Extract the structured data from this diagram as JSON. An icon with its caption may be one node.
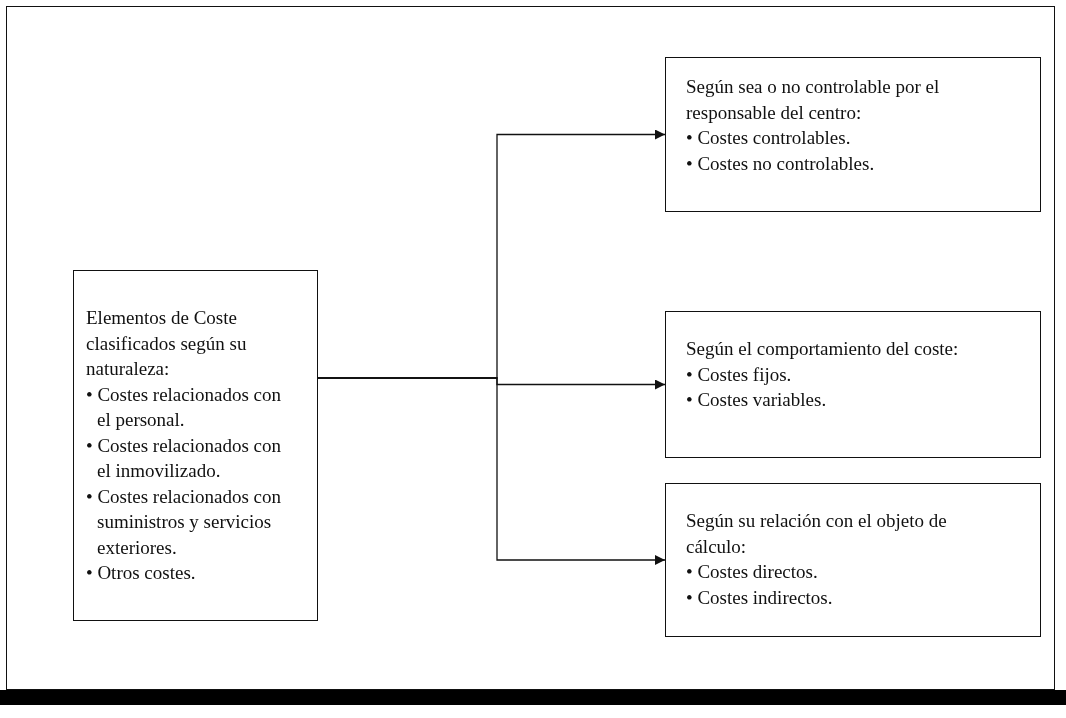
{
  "diagram": {
    "nodes": [
      {
        "text": [
          "Elementos de Coste clasificados según su naturaleza:",
          "• Costes relacionados con el personal.",
          "• Costes relacionados con el inmovilizado.",
          "• Costes relacionados con suministros y servicios exteriores.",
          "• Otros costes."
        ]
      },
      {
        "text": [
          "Según sea o no controlable por el responsable del centro:",
          "• Costes controlables.",
          "• Costes no controlables."
        ]
      },
      {
        "text": [
          "Según el comportamiento del coste:",
          "• Costes fijos.",
          "• Costes variables."
        ]
      },
      {
        "text": [
          "Según su relación con el objeto de cálculo:",
          "• Costes directos.",
          "• Costes indirectos."
        ]
      }
    ],
    "edges": [
      {
        "from": 0,
        "to": 1,
        "arrow": "to"
      },
      {
        "from": 0,
        "to": 2,
        "arrow": "to"
      },
      {
        "from": 0,
        "to": 3,
        "arrow": "to"
      }
    ]
  }
}
